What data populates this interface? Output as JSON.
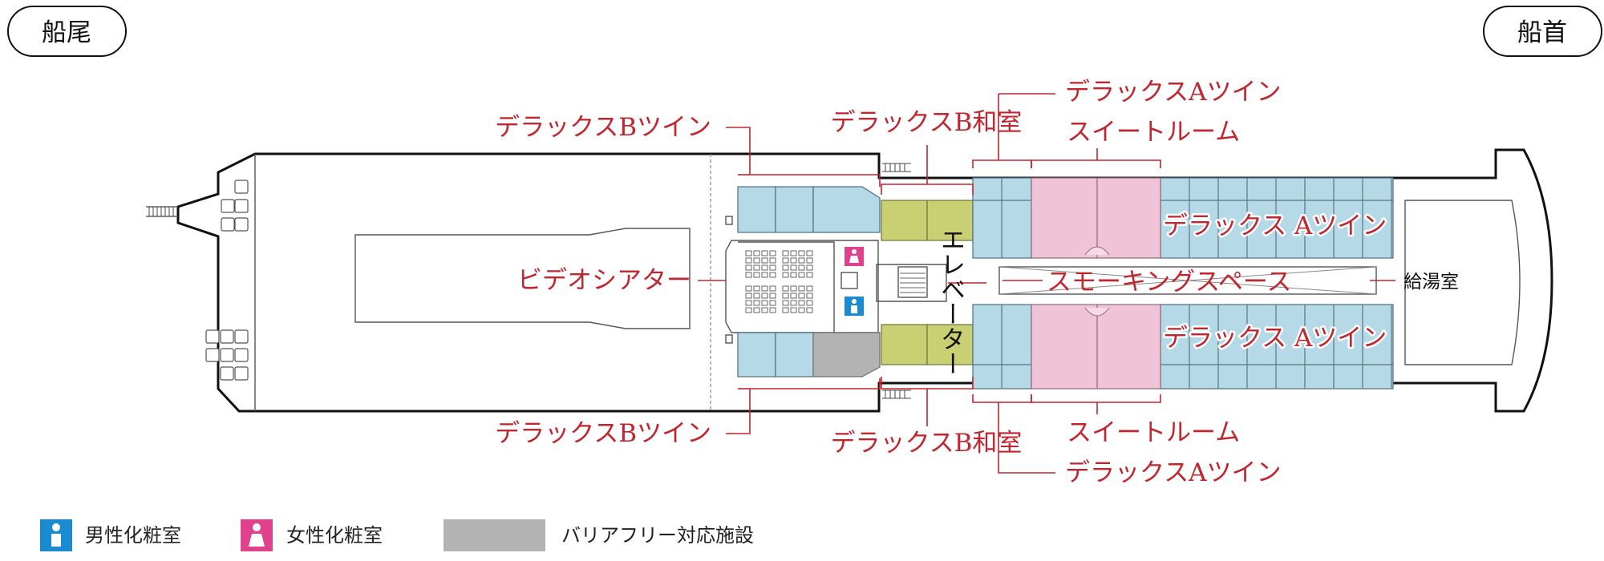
{
  "orientation": {
    "stern": "船尾",
    "bow": "船首"
  },
  "labels": {
    "deluxe_b_twin_top": "デラックスBツイン",
    "deluxe_b_washitsu_top": "デラックスB和室",
    "deluxe_a_twin_top": "デラックスAツイン",
    "suite_top": "スイートルーム",
    "video_theater": "ビデオシアター",
    "elevator": "エレベーター",
    "smoking_space": "スモーキングスペース",
    "kyuto_room": "給湯室",
    "deluxe_a_twin_inside_top": "デラックス Aツイン",
    "deluxe_a_twin_inside_bottom": "デラックス Aツイン",
    "deluxe_b_twin_bottom": "デラックスBツイン",
    "deluxe_b_washitsu_bottom": "デラックスB和室",
    "suite_bottom": "スイートルーム",
    "deluxe_a_twin_bottom": "デラックスAツイン"
  },
  "legend": {
    "mens_restroom": "男性化粧室",
    "womens_restroom": "女性化粧室",
    "barrier_free": "バリアフリー対応施設"
  },
  "colors": {
    "deluxe_a": "#b6d9e8",
    "suite": "#f1c3d6",
    "washitsu": "#c9cf73",
    "barrier_free": "#b3b3b3",
    "mens_icon": "#1a8bd0",
    "womens_icon": "#e0418c",
    "label_red": "#c0262d"
  }
}
